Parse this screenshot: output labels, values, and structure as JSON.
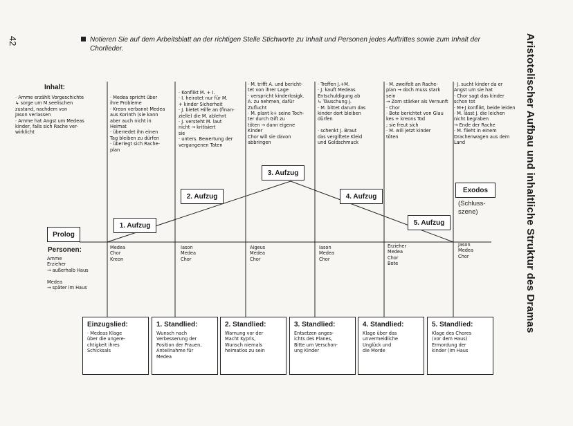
{
  "page_number": "42",
  "side_title": "Aristotelischer Aufbau und inhaltliche Struktur des Dramas",
  "instruction": "Notieren Sie auf dem Arbeitsblatt an der richtigen Stelle Stichworte zu Inhalt und Personen jedes Auftrittes sowie zum Inhalt der Chorlieder.",
  "labels": {
    "inhalt": "Inhalt:",
    "personen": "Personen:",
    "prolog": "Prolog",
    "exodos": "Exodos",
    "schluss": "(Schluss-\nszene)"
  },
  "acts": {
    "a1": "1. Aufzug",
    "a2": "2. Aufzug",
    "a3": "3. Aufzug",
    "a4": "4. Aufzug",
    "a5": "5. Aufzug"
  },
  "content": {
    "prolog": "· Amme erzählt Vorgeschichte\n↳ sorge um M.seelischen\n   zustand, nachdem von\n   Jason verlassen\n· Amme hat Angst um Medeas\n   kinder, falls sich Rache ver-\n   wirklicht",
    "c1": "· Medea spricht über\n  ihre Probleme\n· Kreon verbannt Medea\n  aus Korinth (sie kann\n  aber auch nicht in\n  Heimat\n· überredet ihn einen\n  Tag bleiben zu dürfen\n· überlegt sich Rache-\n  plan",
    "c2": "· Konflikt M. + I.\n· I. heiratet nur für M.\n  + kinder Sicherheit\n· J. bietet Hilfe an (finan-\n  zielle) die M. ablehnt\n· J. versteht M. laut\n  nicht → kritisiert\n  sie\n· unters. Bewertung der\n  vergangenen Taten",
    "c3": "· M. trifft A. und bericht-\n  tet von ihrer Lage\n· verspricht kinderlosigk.\n  A. zu nehmen, dafür\n  Zuflucht\n· M. plant k+ seine Toch-\n  ter durch Gift zu\n  töten → dann eigene\n  Kinder\n  Chor will sie davon\n  abbringen",
    "c4": "· Treffen J.+M.\n· J. kauft Medeas\n  Entschuldigung ab\n  ↳ Täuschung J.\n· M. bittet darum das\n  kinder dort bleiben\n  dürfen\n\n· schenkt J. Braut\n  das vergiftete Kleid\n  und Goldschmuck",
    "c5": "· M. zweifelt an Rache-\n  plan → doch muss stark\n  sein\n→ Zorn stärker als Vernunft\n· Chor\n· Bote berichtet von Glau\n  kes + kreons Tod\n  ; sie freut sich\n· M. will jetzt kinder\n  töten",
    "exodos": "· J. sucht kinder da er\n  Angst um sie hat\n· Chor sagt das kinder\n  schon tot\n· M+J konflikt, beide leiden\n· M. lässt J. die leichen\n  nicht begraben\n  → Ende der Rache\n· M. flieht in einem\n  Drachenwagen aus dem\n  Land"
  },
  "persons": {
    "prolog": "Amme\nErzieher\n  → außerhalb Haus\n\nMedea\n  → später im Haus",
    "p1": "Medea\nChor\nKreon",
    "p2": "Iason\nMedea\nChor",
    "p3": "Aigeus\nMedea\nChor",
    "p4": "Iason\nMedea\nChor",
    "p5": "Erzieher\nMedea\nChor\nBote",
    "exodos": "Jason\nMedea\nChor"
  },
  "songs": [
    {
      "title": "Einzugslied:",
      "text": "· Medeas Klage\n  über die ungere-\n  chtigkeit ihres\n  Schicksals"
    },
    {
      "title": "1. Standlied:",
      "text": "Wunsch nach\nVerbesserung der\nPosition der Frauen,\nAnteilnahme für\nMedea"
    },
    {
      "title": "2. Standlied:",
      "text": "Warnung vor der\nMacht Kypris,\nWunsch niemals\nheimatlos zu sein"
    },
    {
      "title": "3. Standlied:",
      "text": "Entsetzen anges-\nichts des Planes,\nBitte um Verschon-\nung Kinder"
    },
    {
      "title": "4. Standlied:",
      "text": "Klage über das\nunvermeidliche\nUnglück und\ndie Morde"
    },
    {
      "title": "5. Standlied:",
      "text": "Klage des Chores\n(vor dem Haus)\nErmordung der\nkinder (im Haus"
    }
  ]
}
